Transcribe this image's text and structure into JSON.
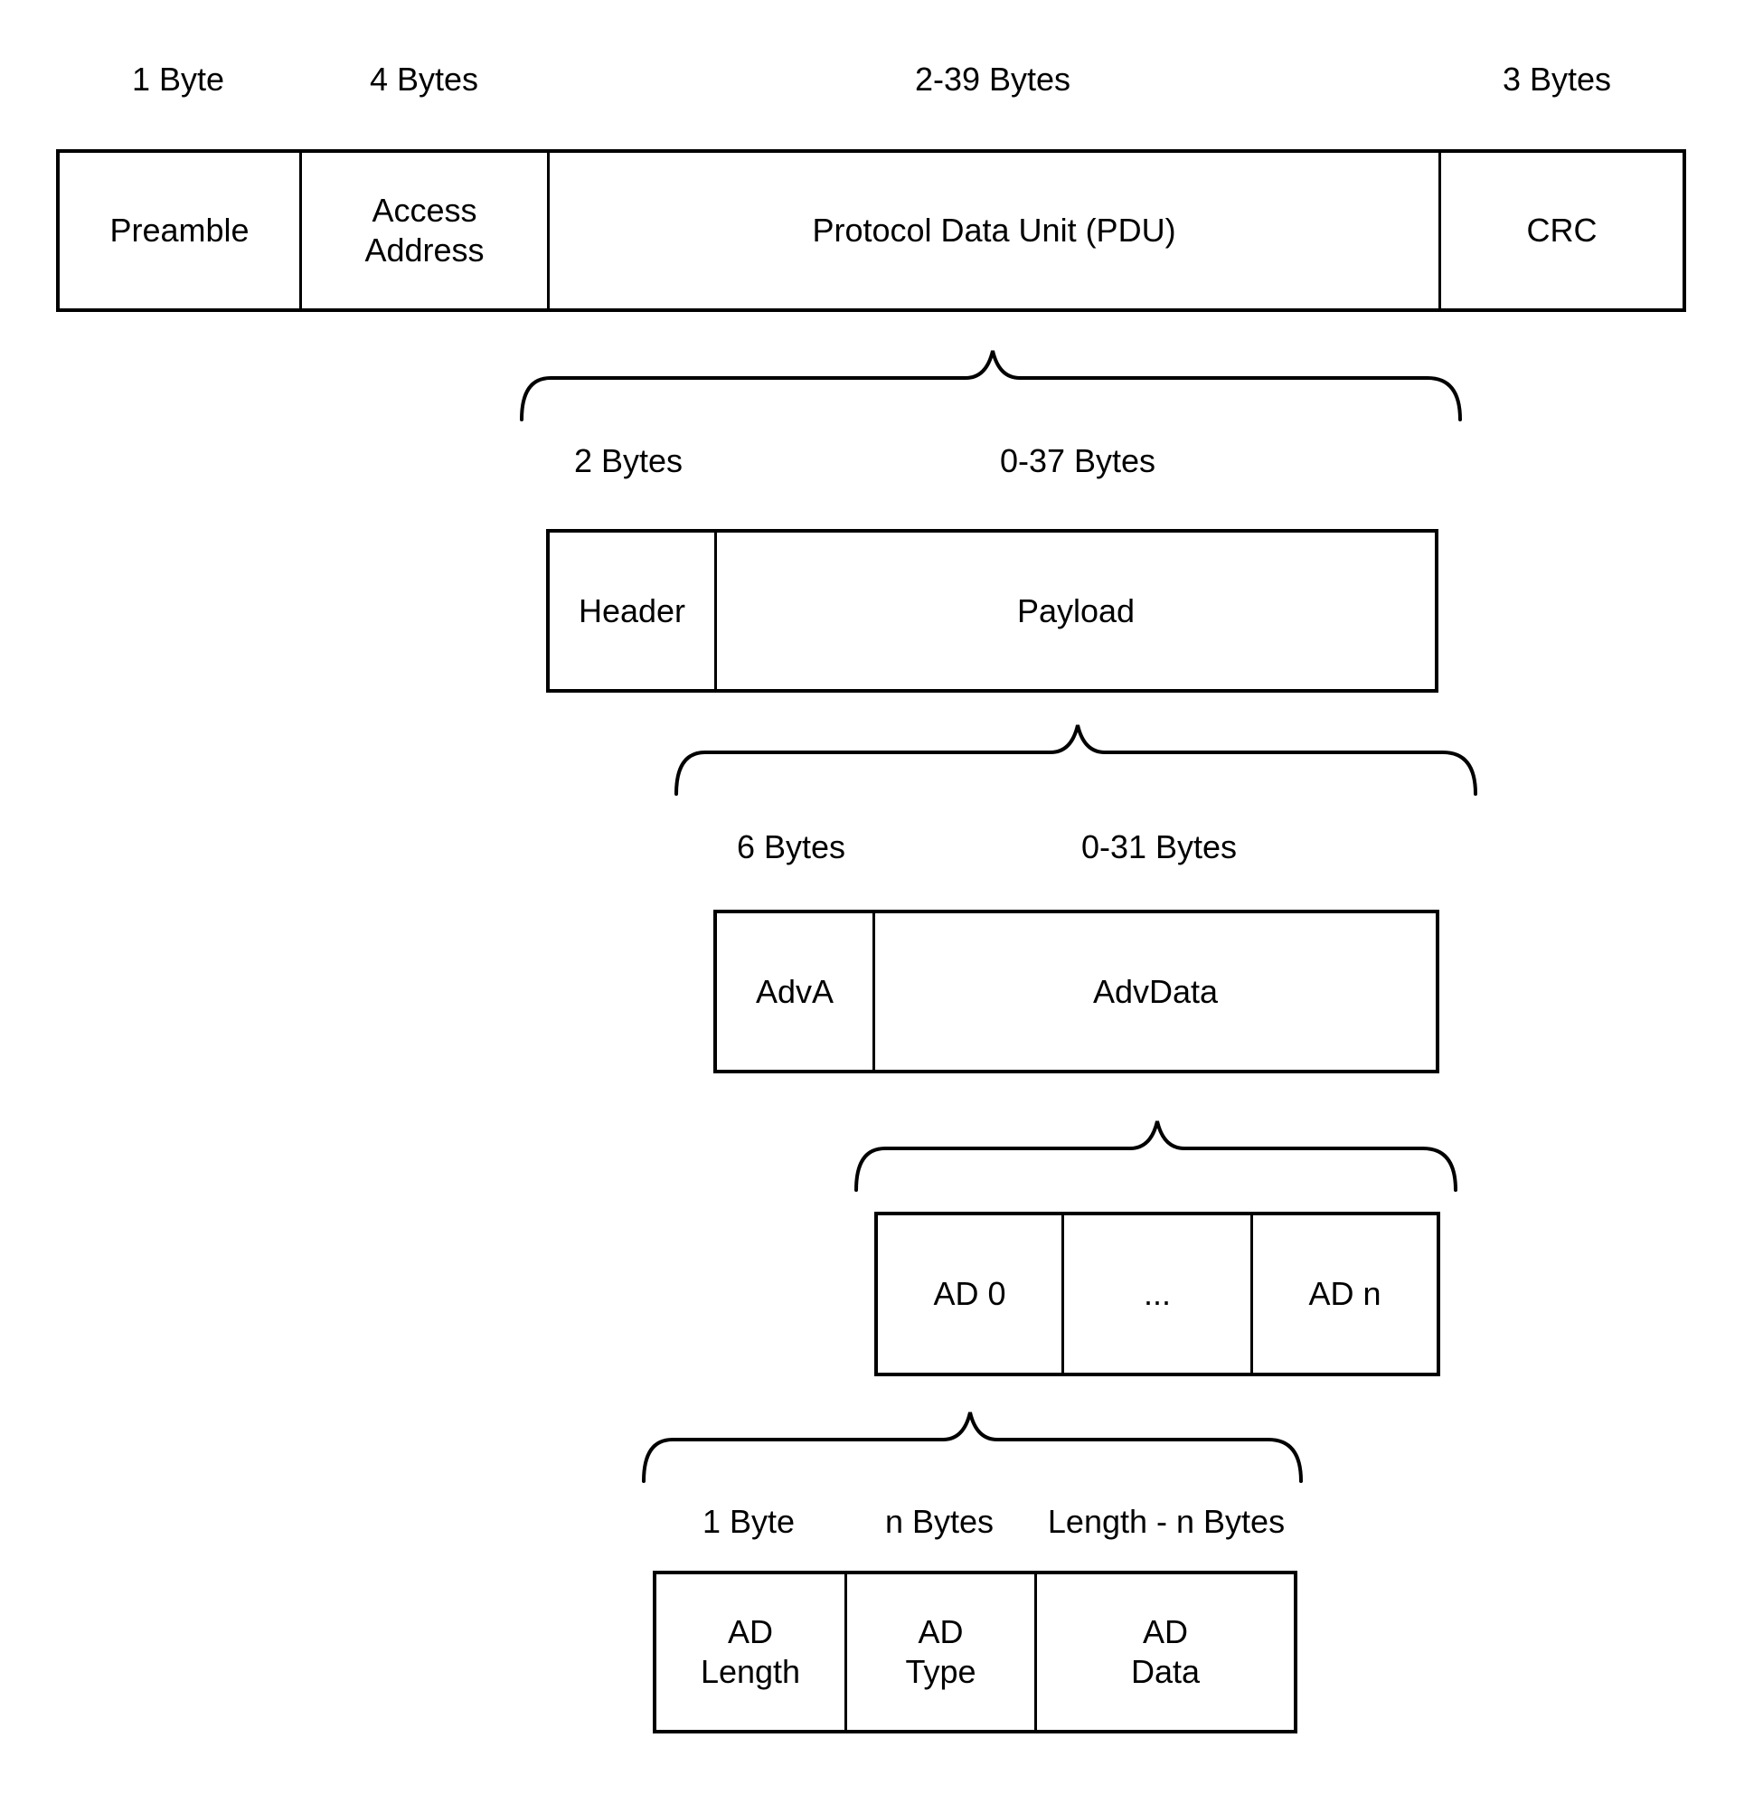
{
  "colors": {
    "line": "#000000",
    "background": "#ffffff",
    "text": "#000000"
  },
  "levels": [
    {
      "name": "packet",
      "size_labels": [
        "1 Byte",
        "4 Bytes",
        "2-39 Bytes",
        "3 Bytes"
      ],
      "cells": [
        {
          "label": "Preamble"
        },
        {
          "label": "Access\nAddress"
        },
        {
          "label": "Protocol Data Unit (PDU)"
        },
        {
          "label": "CRC"
        }
      ]
    },
    {
      "name": "pdu",
      "size_labels": [
        "2 Bytes",
        "0-37 Bytes"
      ],
      "cells": [
        {
          "label": "Header"
        },
        {
          "label": "Payload"
        }
      ]
    },
    {
      "name": "payload",
      "size_labels": [
        "6 Bytes",
        "0-31 Bytes"
      ],
      "cells": [
        {
          "label": "AdvA"
        },
        {
          "label": "AdvData"
        }
      ]
    },
    {
      "name": "advdata",
      "size_labels": [],
      "cells": [
        {
          "label": "AD 0"
        },
        {
          "label": "..."
        },
        {
          "label": "AD n"
        }
      ]
    },
    {
      "name": "ad-structure",
      "size_labels": [
        "1 Byte",
        "n Bytes",
        "Length - n Bytes"
      ],
      "cells": [
        {
          "label": "AD\nLength"
        },
        {
          "label": "AD\nType"
        },
        {
          "label": "AD\nData"
        }
      ]
    }
  ]
}
